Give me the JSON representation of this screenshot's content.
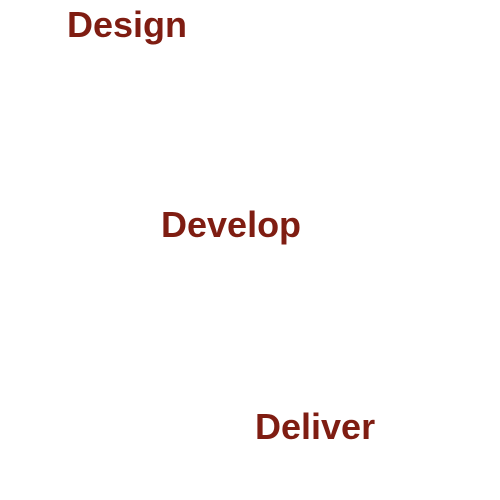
{
  "words": [
    {
      "text": "Design"
    },
    {
      "text": "Develop"
    },
    {
      "text": "Deliver"
    }
  ],
  "colors": {
    "text": "#7f1d12",
    "background": "#ffffff"
  }
}
